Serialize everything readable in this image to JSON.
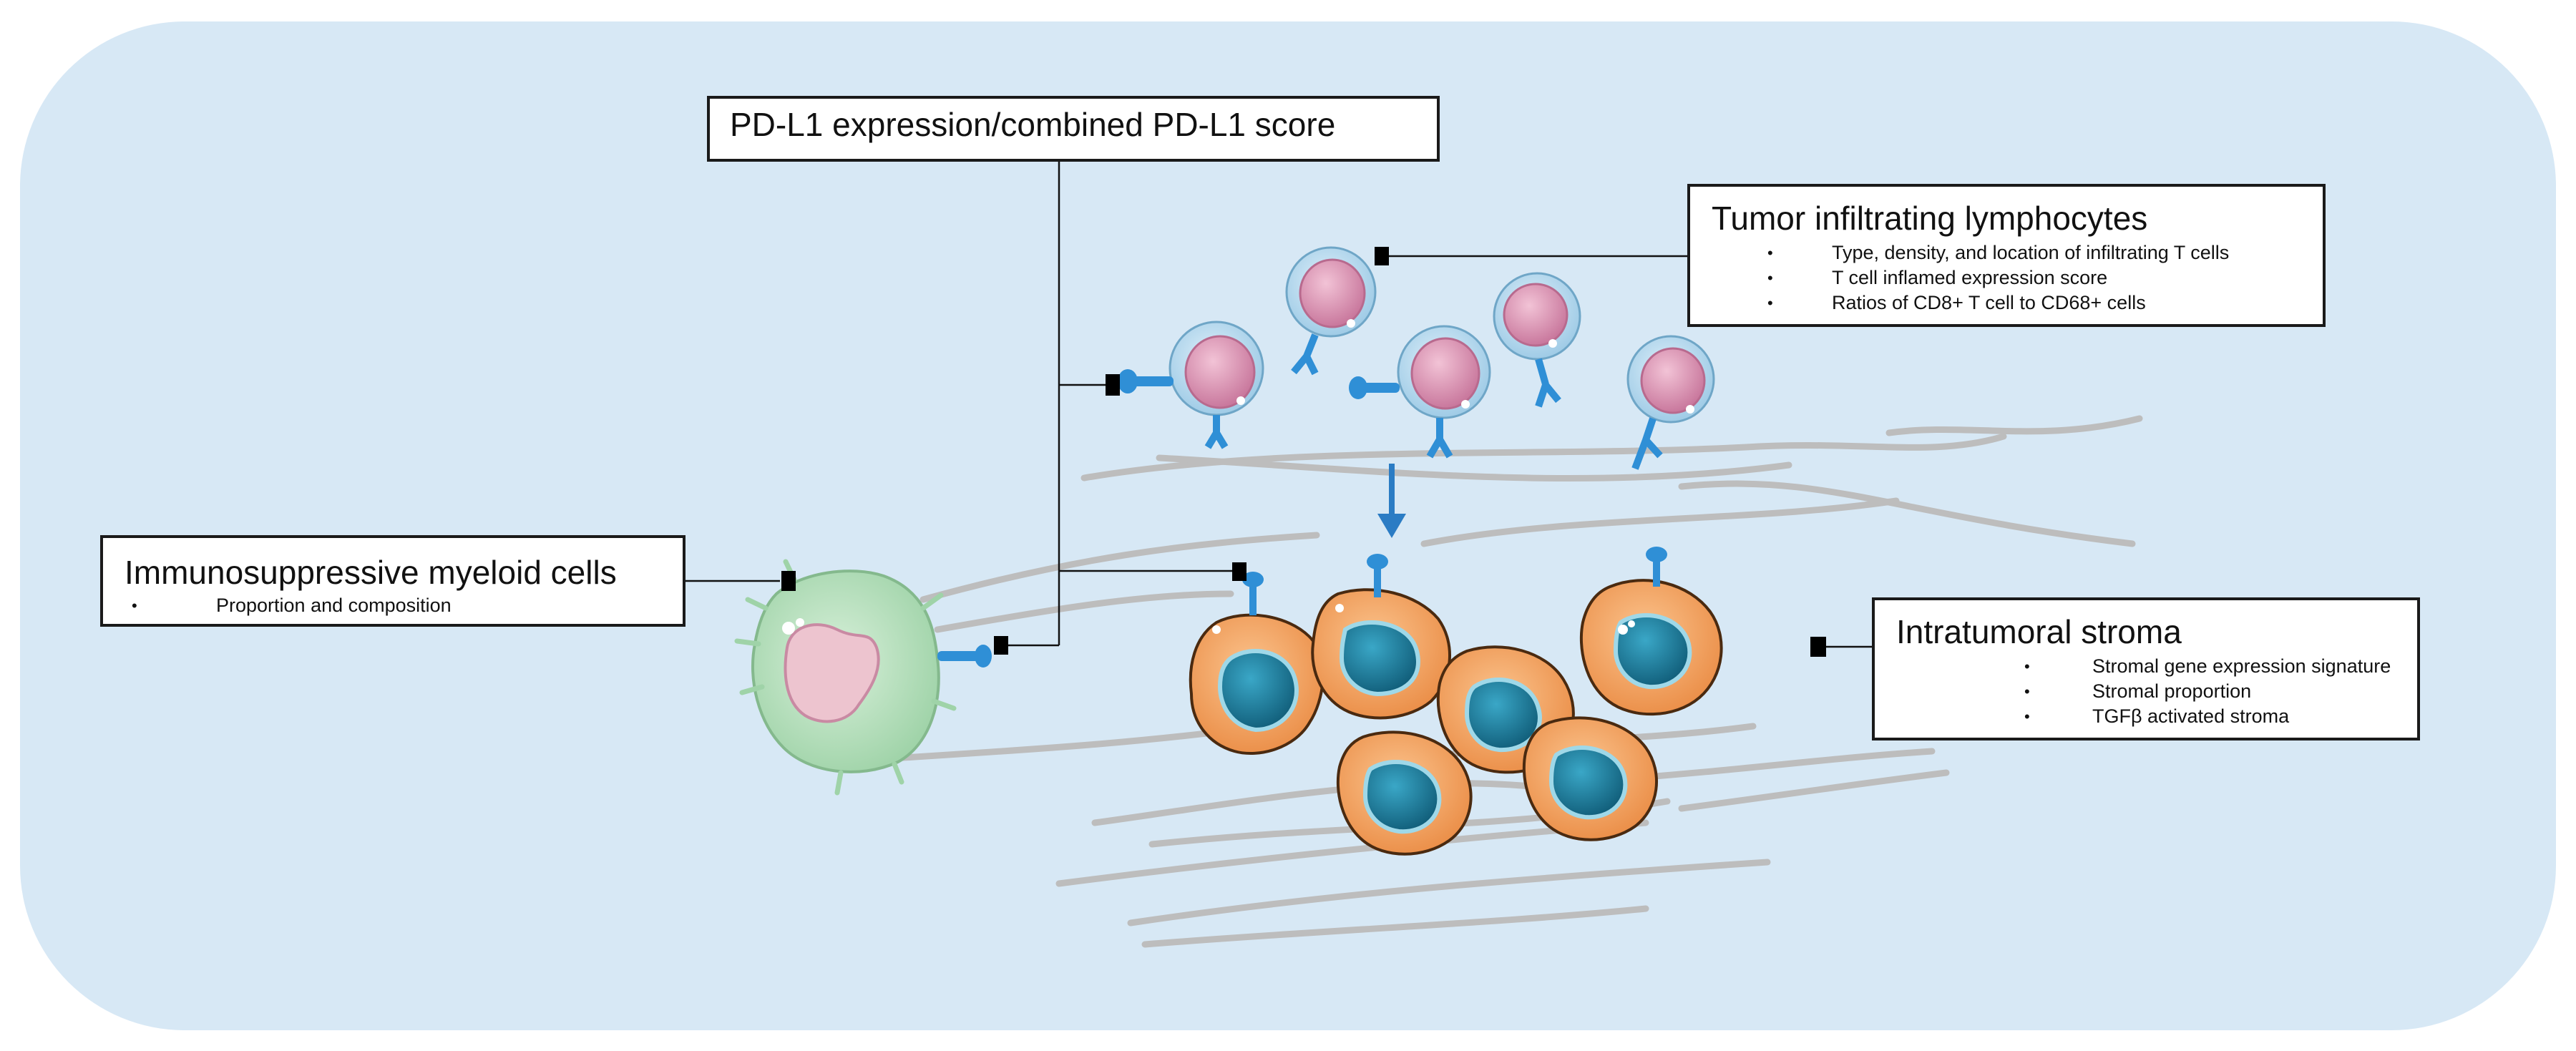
{
  "labels": {
    "pdl1": {
      "title": "PD-L1 expression/combined PD-L1 score"
    },
    "til": {
      "title": "Tumor infiltrating lymphocytes",
      "bullets": [
        "Type, density, and location of infiltrating T cells",
        "T cell inflamed expression score",
        "Ratios of CD8+ T cell to CD68+ cells"
      ]
    },
    "myeloid": {
      "title": "Immunosuppressive myeloid cells",
      "bullets": [
        "Proportion and composition"
      ]
    },
    "stroma": {
      "title": "Intratumoral stroma",
      "bullets": [
        "Stromal gene expression signature",
        "Stromal proportion",
        "TGFβ activated stroma"
      ]
    },
    "bullet_glyph": "•"
  },
  "colors": {
    "panel_background": "#d7e8f5",
    "stroma_fiber": "#bdbdbd",
    "t_cell_membrane": "#b9dcef",
    "t_cell_nucleus": "#d59ab5",
    "receptor": "#2f8fd6",
    "tumor_cell": "#f0a060",
    "tumor_nucleus": "#1f7c9c",
    "myeloid_cell": "#b8dfbf",
    "myeloid_nucleus": "#edc4cf",
    "connector": "#111111",
    "arrow": "#2b7cc4"
  },
  "icons": [
    "t-cell-icon",
    "tumor-cell-icon",
    "myeloid-cell-icon",
    "pd-l1-receptor-icon",
    "stroma-fiber-icon",
    "downward-arrow-icon"
  ]
}
